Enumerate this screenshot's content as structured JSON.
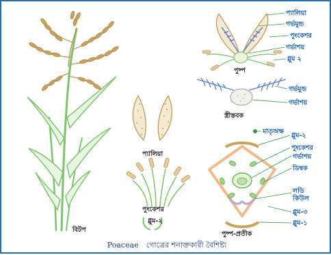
{
  "caption": {
    "latin": "Poaceae",
    "bengali": "গোত্রের শনাক্তকারী বৈশিষ্ট্য"
  },
  "labels": {
    "bitop": "বিটপ",
    "palia_center": "প্যালিয়া",
    "punkeshor_center": "পুংকেশর",
    "glume2_center": "গ্লুম-২",
    "pushpo": "পুষ্প",
    "stri_stobok": "স্ত্রীস্তবক",
    "pushpo_protik": "পুষ্প-প্রতীক",
    "flower_palia": "প্যালিয়া",
    "flower_gorbhomundo": "গর্ভমুন্ড",
    "flower_punkeshor": "পুংকেশর",
    "flower_gorbhashoy": "গর্ভাশয়",
    "flower_glume2": "গ্লুম ২",
    "gyn_gorbhomundo": "গর্ভমুন্ড",
    "gyn_gorbhashoy": "গর্ভাশয়",
    "fd_matrioksho": "মাতৃঅক্ষ",
    "fd_glume2": "গ্লুম-২",
    "fd_punkeshor": "পুংকেশর",
    "fd_gorbhashoy": "গর্ভাশয়",
    "fd_dimbok": "ডিম্বক",
    "fd_lodicule": "লডি\nকিউল",
    "fd_glume3": "গ্লুম-৩",
    "fd_glume1": "গ্লুম-১"
  },
  "colors": {
    "border": "#1f6fb2",
    "label": "#1a5fa8",
    "stem": "#7cc36a",
    "grain": "#c9a25e",
    "stigma": "#5c7fc4",
    "orange": "#f2b98c",
    "lavender": "#b9a6d8",
    "green_mark": "#2f9a47"
  }
}
